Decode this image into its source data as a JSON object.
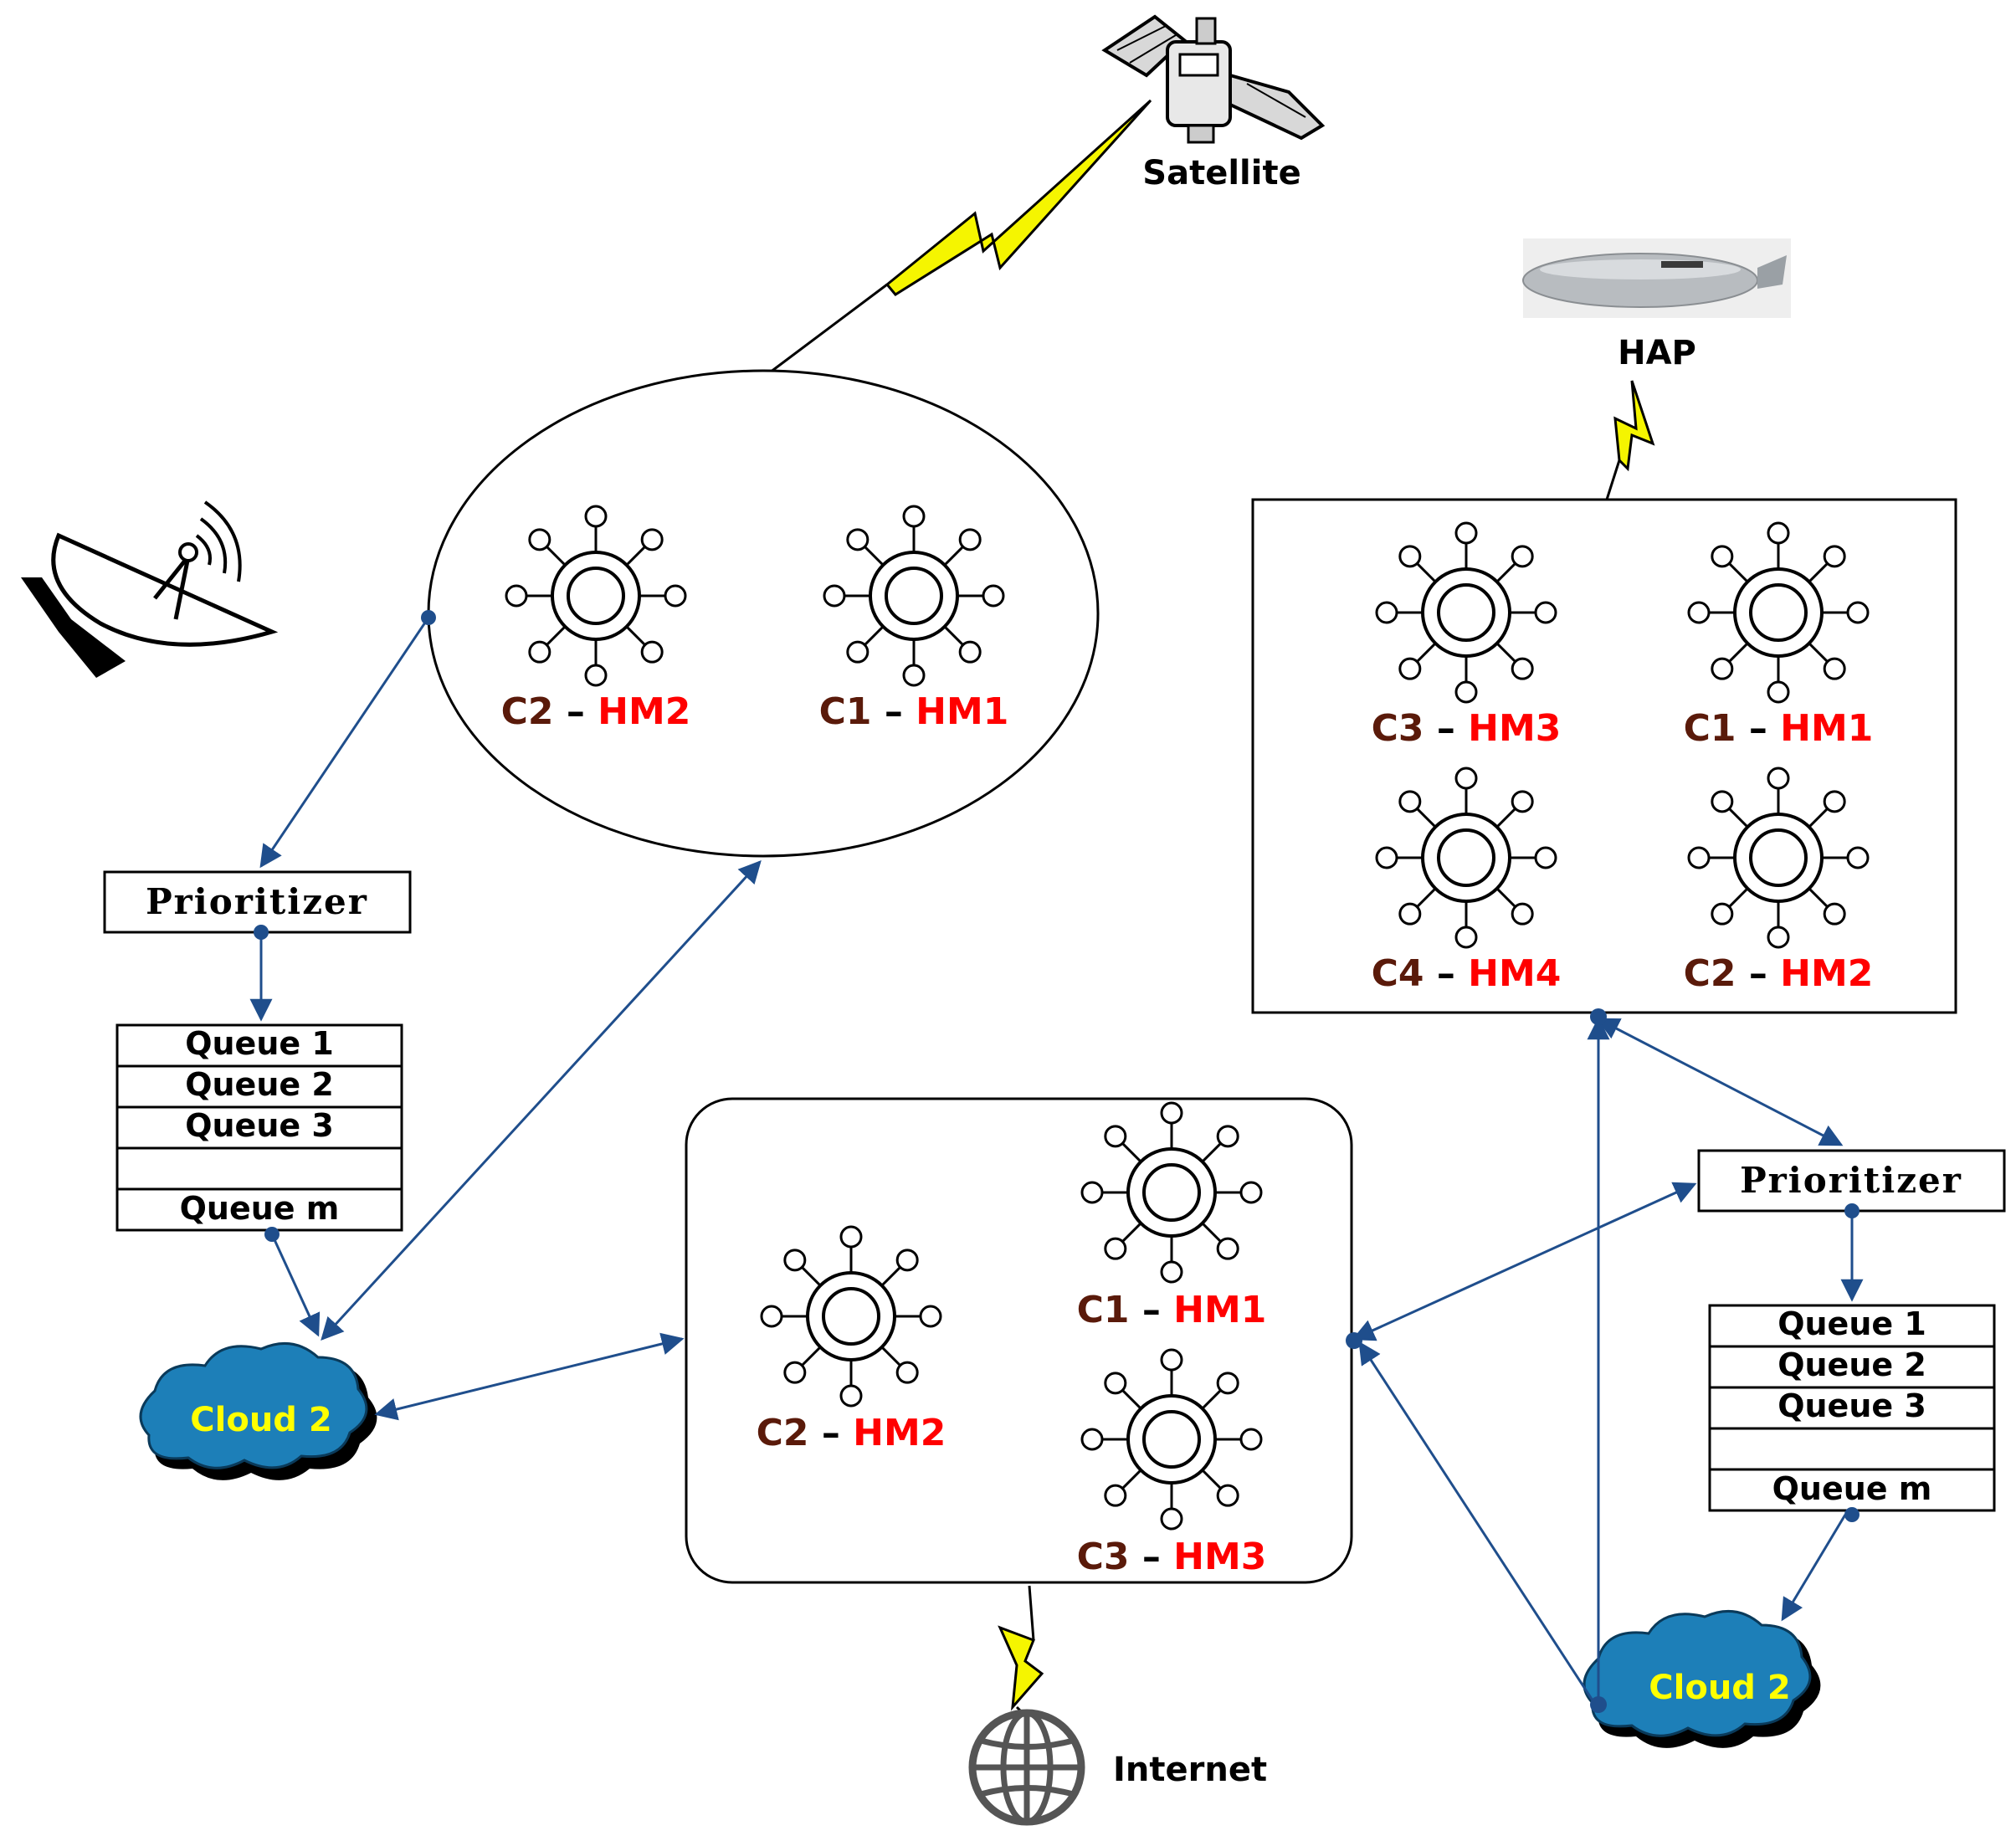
{
  "colors": {
    "link": "#1f4e8c",
    "bolt_fill": "#f5f500",
    "cluster_text": "#5a1a0a",
    "hm_text": "#ff0000",
    "cloud_fill": "#1d7fb8",
    "cloud_text": "#ffff00"
  },
  "satellite": {
    "label": "Satellite"
  },
  "hap": {
    "label": "HAP"
  },
  "internet": {
    "label": "Internet"
  },
  "satellite_group": {
    "clusters": [
      {
        "c": "C2",
        "dash": " – ",
        "hm": "HM2"
      },
      {
        "c": "C1",
        "dash": " – ",
        "hm": "HM1"
      }
    ]
  },
  "hap_group": {
    "clusters": [
      {
        "c": "C3",
        "dash": " – ",
        "hm": "HM3"
      },
      {
        "c": "C1",
        "dash": " – ",
        "hm": "HM1"
      },
      {
        "c": "C4",
        "dash": " – ",
        "hm": "HM4"
      },
      {
        "c": "C2",
        "dash": " – ",
        "hm": "HM2"
      }
    ]
  },
  "internet_group": {
    "clusters": [
      {
        "c": "C1",
        "dash": " – ",
        "hm": "HM1"
      },
      {
        "c": "C2",
        "dash": " – ",
        "hm": "HM2"
      },
      {
        "c": "C3",
        "dash": " – ",
        "hm": "HM3"
      }
    ]
  },
  "left_stack": {
    "prioritizer": "Prioritizer",
    "queues": [
      "Queue 1",
      "Queue 2",
      "Queue 3",
      "",
      "Queue m"
    ],
    "cloud": "Cloud 2"
  },
  "right_stack": {
    "prioritizer": "Prioritizer",
    "queues": [
      "Queue 1",
      "Queue 2",
      "Queue 3",
      "",
      "Queue m"
    ],
    "cloud": "Cloud 2"
  }
}
